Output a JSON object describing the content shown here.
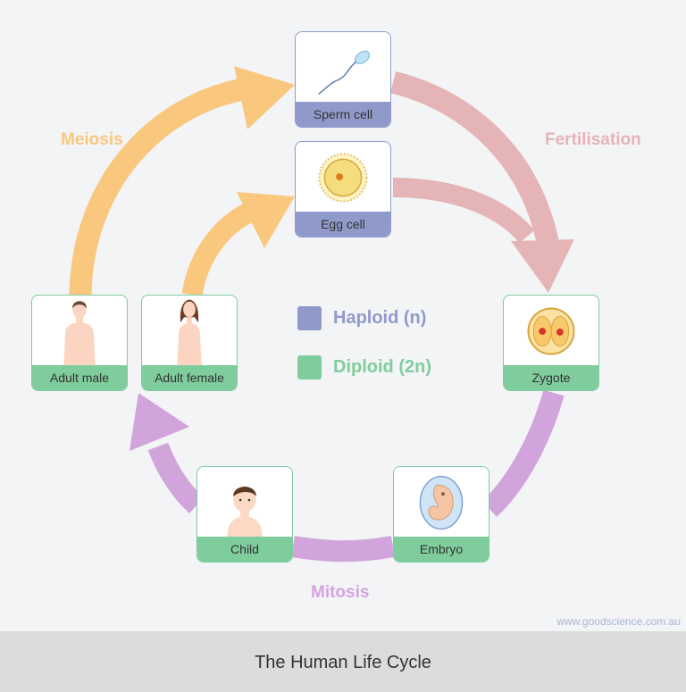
{
  "title": "The Human Life Cycle",
  "website": "www.goodscience.com.au",
  "colors": {
    "meiosis": "#f9c77d",
    "fertilisation": "#e5b4b6",
    "mitosis": "#d1a4dc",
    "haploid": "#8f9acb",
    "diploid": "#7fcc9d",
    "background": "#f3f4f6",
    "footer": "#dcdcdc"
  },
  "phases": {
    "meiosis": "Meiosis",
    "fertilisation": "Fertilisation",
    "mitosis": "Mitosis"
  },
  "legend": {
    "haploid": "Haploid (n)",
    "diploid": "Diploid (2n)"
  },
  "stages": {
    "sperm": {
      "label": "Sperm cell",
      "ploidy": "haploid",
      "icon": "sperm-cell-icon"
    },
    "egg": {
      "label": "Egg cell",
      "ploidy": "haploid",
      "icon": "egg-cell-icon"
    },
    "zygote": {
      "label": "Zygote",
      "ploidy": "diploid",
      "icon": "zygote-icon"
    },
    "embryo": {
      "label": "Embryo",
      "ploidy": "diploid",
      "icon": "embryo-icon"
    },
    "child": {
      "label": "Child",
      "ploidy": "diploid",
      "icon": "child-icon"
    },
    "adult_male": {
      "label": "Adult male",
      "ploidy": "diploid",
      "icon": "adult-male-icon"
    },
    "adult_female": {
      "label": "Adult female",
      "ploidy": "diploid",
      "icon": "adult-female-icon"
    }
  }
}
